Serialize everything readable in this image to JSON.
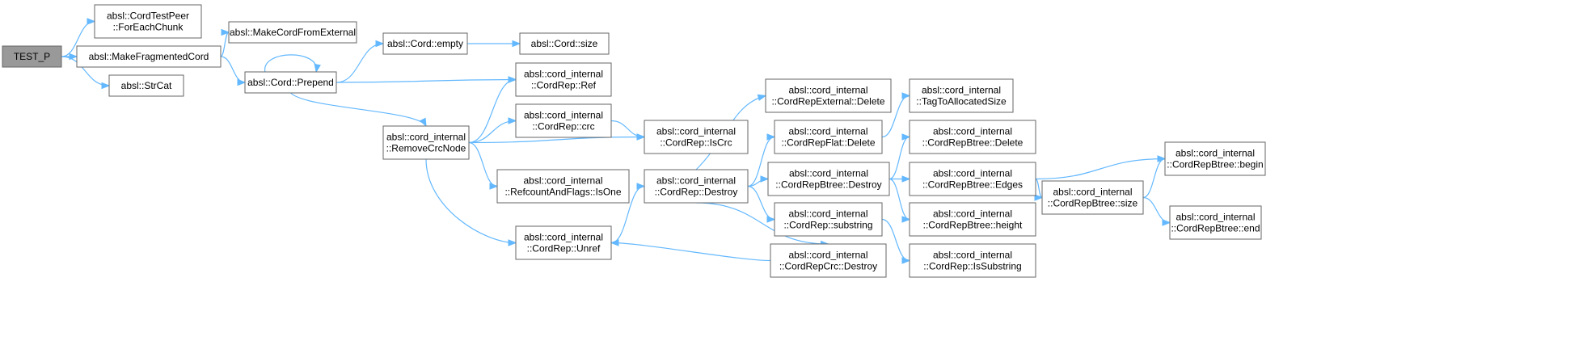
{
  "nodes": [
    {
      "id": "test_p",
      "lines": [
        "TEST_P"
      ],
      "root": true
    },
    {
      "id": "cordtestpeer_foreachchunk",
      "lines": [
        "absl::CordTestPeer",
        "::ForEachChunk"
      ]
    },
    {
      "id": "makefragmentedcord",
      "lines": [
        "absl::MakeFragmentedCord"
      ]
    },
    {
      "id": "strcat",
      "lines": [
        "absl::StrCat"
      ]
    },
    {
      "id": "makecordfromexternal",
      "lines": [
        "absl::MakeCordFromExternal"
      ]
    },
    {
      "id": "cord_prepend",
      "lines": [
        "absl::Cord::Prepend"
      ]
    },
    {
      "id": "cord_empty",
      "lines": [
        "absl::Cord::empty"
      ]
    },
    {
      "id": "cord_size",
      "lines": [
        "absl::Cord::size"
      ]
    },
    {
      "id": "cordrep_ref",
      "lines": [
        "absl::cord_internal",
        "::CordRep::Ref"
      ]
    },
    {
      "id": "removecrcnode",
      "lines": [
        "absl::cord_internal",
        "::RemoveCrcNode"
      ]
    },
    {
      "id": "cordrep_crc",
      "lines": [
        "absl::cord_internal",
        "::CordRep::crc"
      ]
    },
    {
      "id": "cordrep_iscrc",
      "lines": [
        "absl::cord_internal",
        "::CordRep::IsCrc"
      ]
    },
    {
      "id": "refcount_isone",
      "lines": [
        "absl::cord_internal",
        "::RefcountAndFlags::IsOne"
      ]
    },
    {
      "id": "cordrep_unref",
      "lines": [
        "absl::cord_internal",
        "::CordRep::Unref"
      ]
    },
    {
      "id": "cordrep_destroy",
      "lines": [
        "absl::cord_internal",
        "::CordRep::Destroy"
      ]
    },
    {
      "id": "cordrepexternal_delete",
      "lines": [
        "absl::cord_internal",
        "::CordRepExternal::Delete"
      ]
    },
    {
      "id": "cordrepflat_delete",
      "lines": [
        "absl::cord_internal",
        "::CordRepFlat::Delete"
      ]
    },
    {
      "id": "cordrepbtree_destroy",
      "lines": [
        "absl::cord_internal",
        "::CordRepBtree::Destroy"
      ]
    },
    {
      "id": "cordrep_substring",
      "lines": [
        "absl::cord_internal",
        "::CordRep::substring"
      ]
    },
    {
      "id": "cordrepcrc_destroy",
      "lines": [
        "absl::cord_internal",
        "::CordRepCrc::Destroy"
      ]
    },
    {
      "id": "tagtoallocatedsize",
      "lines": [
        "absl::cord_internal",
        "::TagToAllocatedSize"
      ]
    },
    {
      "id": "cordrepbtree_delete",
      "lines": [
        "absl::cord_internal",
        "::CordRepBtree::Delete"
      ]
    },
    {
      "id": "cordrepbtree_edges",
      "lines": [
        "absl::cord_internal",
        "::CordRepBtree::Edges"
      ]
    },
    {
      "id": "cordrepbtree_height",
      "lines": [
        "absl::cord_internal",
        "::CordRepBtree::height"
      ]
    },
    {
      "id": "cordrep_issubstring",
      "lines": [
        "absl::cord_internal",
        "::CordRep::IsSubstring"
      ]
    },
    {
      "id": "cordrepbtree_size",
      "lines": [
        "absl::cord_internal",
        "::CordRepBtree::size"
      ]
    },
    {
      "id": "cordrepbtree_begin",
      "lines": [
        "absl::cord_internal",
        "::CordRepBtree::begin"
      ]
    },
    {
      "id": "cordrepbtree_end",
      "lines": [
        "absl::cord_internal",
        "::CordRepBtree::end"
      ]
    }
  ],
  "edges": [
    [
      "test_p",
      "cordtestpeer_foreachchunk"
    ],
    [
      "test_p",
      "makefragmentedcord"
    ],
    [
      "test_p",
      "strcat"
    ],
    [
      "makefragmentedcord",
      "makecordfromexternal"
    ],
    [
      "makefragmentedcord",
      "cord_prepend"
    ],
    [
      "cord_prepend",
      "cord_prepend"
    ],
    [
      "cord_prepend",
      "cord_empty"
    ],
    [
      "cord_prepend",
      "cordrep_ref"
    ],
    [
      "cord_prepend",
      "removecrcnode"
    ],
    [
      "cord_empty",
      "cord_size"
    ],
    [
      "removecrcnode",
      "cordrep_ref"
    ],
    [
      "removecrcnode",
      "cordrep_crc"
    ],
    [
      "removecrcnode",
      "cordrep_iscrc"
    ],
    [
      "removecrcnode",
      "refcount_isone"
    ],
    [
      "removecrcnode",
      "cordrep_unref"
    ],
    [
      "cordrep_crc",
      "cordrep_iscrc"
    ],
    [
      "cordrep_unref",
      "cordrep_destroy"
    ],
    [
      "cordrep_destroy",
      "cordrepexternal_delete"
    ],
    [
      "cordrep_destroy",
      "cordrepflat_delete"
    ],
    [
      "cordrep_destroy",
      "cordrepbtree_destroy"
    ],
    [
      "cordrep_destroy",
      "cordrep_substring"
    ],
    [
      "cordrep_destroy",
      "cordrepcrc_destroy"
    ],
    [
      "cordrepcrc_destroy",
      "cordrep_unref"
    ],
    [
      "cordrepflat_delete",
      "tagtoallocatedsize"
    ],
    [
      "cordrepbtree_destroy",
      "cordrepbtree_delete"
    ],
    [
      "cordrepbtree_destroy",
      "cordrepbtree_edges"
    ],
    [
      "cordrepbtree_destroy",
      "cordrepbtree_height"
    ],
    [
      "cordrep_substring",
      "cordrep_issubstring"
    ],
    [
      "cordrepbtree_edges",
      "cordrepbtree_begin"
    ],
    [
      "cordrepbtree_edges",
      "cordrepbtree_size"
    ],
    [
      "cordrepbtree_size",
      "cordrepbtree_begin"
    ],
    [
      "cordrepbtree_size",
      "cordrepbtree_end"
    ]
  ],
  "colors": {
    "edge": "#63b8ff",
    "node_border": "#666666",
    "root_fill": "#999999",
    "node_fill": "#ffffff"
  }
}
